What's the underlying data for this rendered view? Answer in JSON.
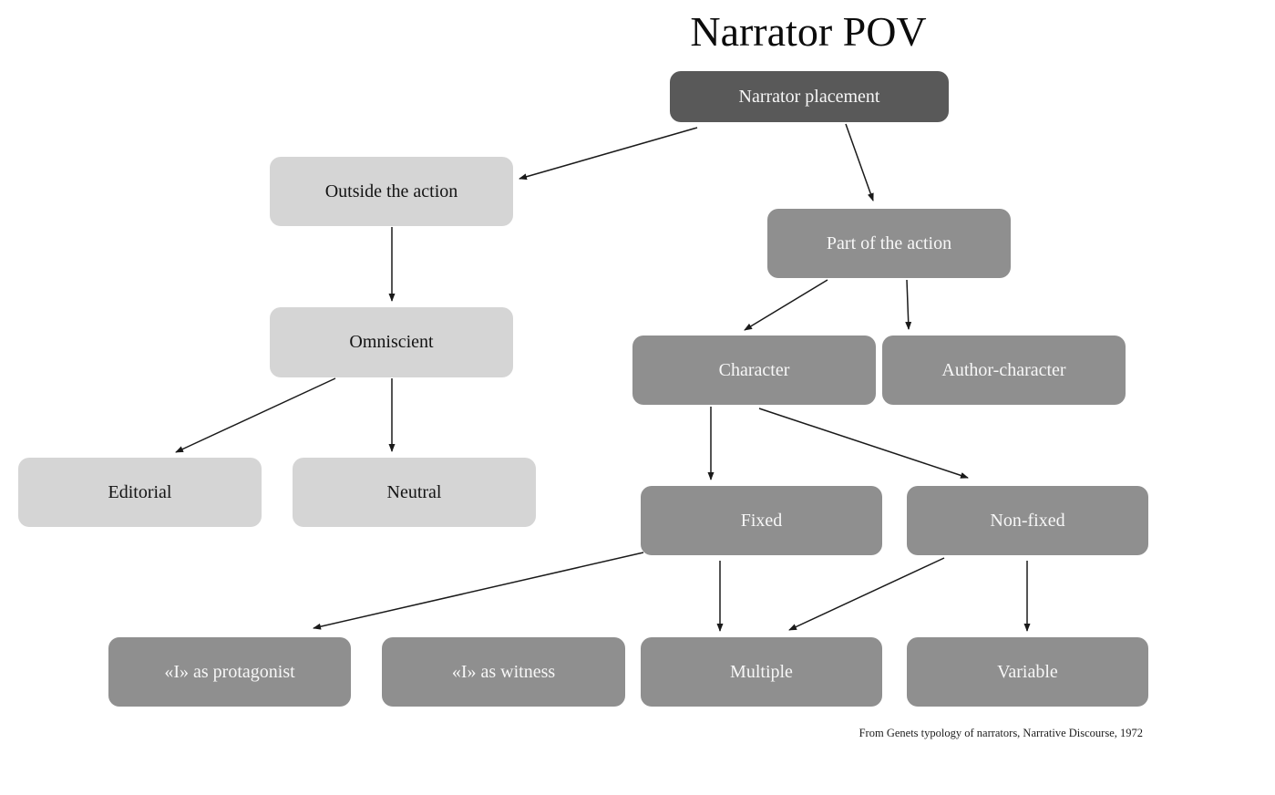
{
  "title": "Narrator POV",
  "caption": "From Genets typology of narrators, Narrative Discourse, 1972",
  "colors": {
    "node_dark": "#595959",
    "node_medium": "#8f8f8f",
    "node_light": "#d5d5d5",
    "arrow": "#1a1a1a",
    "background": "#ffffff"
  },
  "nodes": [
    {
      "id": "narrator-placement",
      "label": "Narrator placement",
      "variant": "dark"
    },
    {
      "id": "outside-the-action",
      "label": "Outside the action",
      "variant": "light"
    },
    {
      "id": "part-of-the-action",
      "label": "Part of the action",
      "variant": "medium"
    },
    {
      "id": "omniscient",
      "label": "Omniscient",
      "variant": "light"
    },
    {
      "id": "character",
      "label": "Character",
      "variant": "medium"
    },
    {
      "id": "author-character",
      "label": "Author-character",
      "variant": "medium"
    },
    {
      "id": "editorial",
      "label": "Editorial",
      "variant": "light"
    },
    {
      "id": "neutral",
      "label": "Neutral",
      "variant": "light"
    },
    {
      "id": "fixed",
      "label": "Fixed",
      "variant": "medium"
    },
    {
      "id": "non-fixed",
      "label": "Non-fixed",
      "variant": "medium"
    },
    {
      "id": "i-as-protagonist",
      "label": "«I» as protagonist",
      "variant": "medium"
    },
    {
      "id": "i-as-witness",
      "label": "«I» as witness",
      "variant": "medium"
    },
    {
      "id": "multiple",
      "label": "Multiple",
      "variant": "medium"
    },
    {
      "id": "variable",
      "label": "Variable",
      "variant": "medium"
    }
  ],
  "edges": [
    {
      "from": "narrator-placement",
      "to": "outside-the-action"
    },
    {
      "from": "narrator-placement",
      "to": "part-of-the-action"
    },
    {
      "from": "outside-the-action",
      "to": "omniscient"
    },
    {
      "from": "omniscient",
      "to": "editorial"
    },
    {
      "from": "omniscient",
      "to": "neutral"
    },
    {
      "from": "part-of-the-action",
      "to": "character"
    },
    {
      "from": "part-of-the-action",
      "to": "author-character"
    },
    {
      "from": "character",
      "to": "fixed"
    },
    {
      "from": "character",
      "to": "non-fixed"
    },
    {
      "from": "fixed",
      "to": "i-as-protagonist"
    },
    {
      "from": "fixed",
      "to": "multiple"
    },
    {
      "from": "non-fixed",
      "to": "multiple"
    },
    {
      "from": "non-fixed",
      "to": "variable"
    }
  ]
}
